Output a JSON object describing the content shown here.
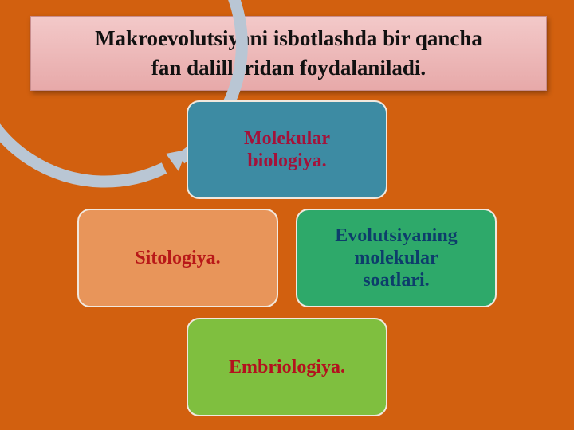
{
  "title": "Makroevolutsiyani  isbotlashda bir qancha\nfan dalillaridan foydalaniladi.",
  "colors": {
    "background": "#d2600f",
    "arrow": "#b9c6d4"
  },
  "nodes": [
    {
      "key": "top",
      "label": "Molekular\nbiologiya.",
      "fill": "#3d8ba3",
      "text_color": "#a3123a"
    },
    {
      "key": "right",
      "label": "Evolutsiyaning\nmolekular\nsoatlari.",
      "fill": "#2ea96a",
      "text_color": "#0d3d6b"
    },
    {
      "key": "bottom",
      "label": "Embriologiya.",
      "fill": "#7fbf3f",
      "text_color": "#b3121e"
    },
    {
      "key": "left",
      "label": "Sitologiya.",
      "fill": "#e8955a",
      "text_color": "#b81818"
    }
  ]
}
